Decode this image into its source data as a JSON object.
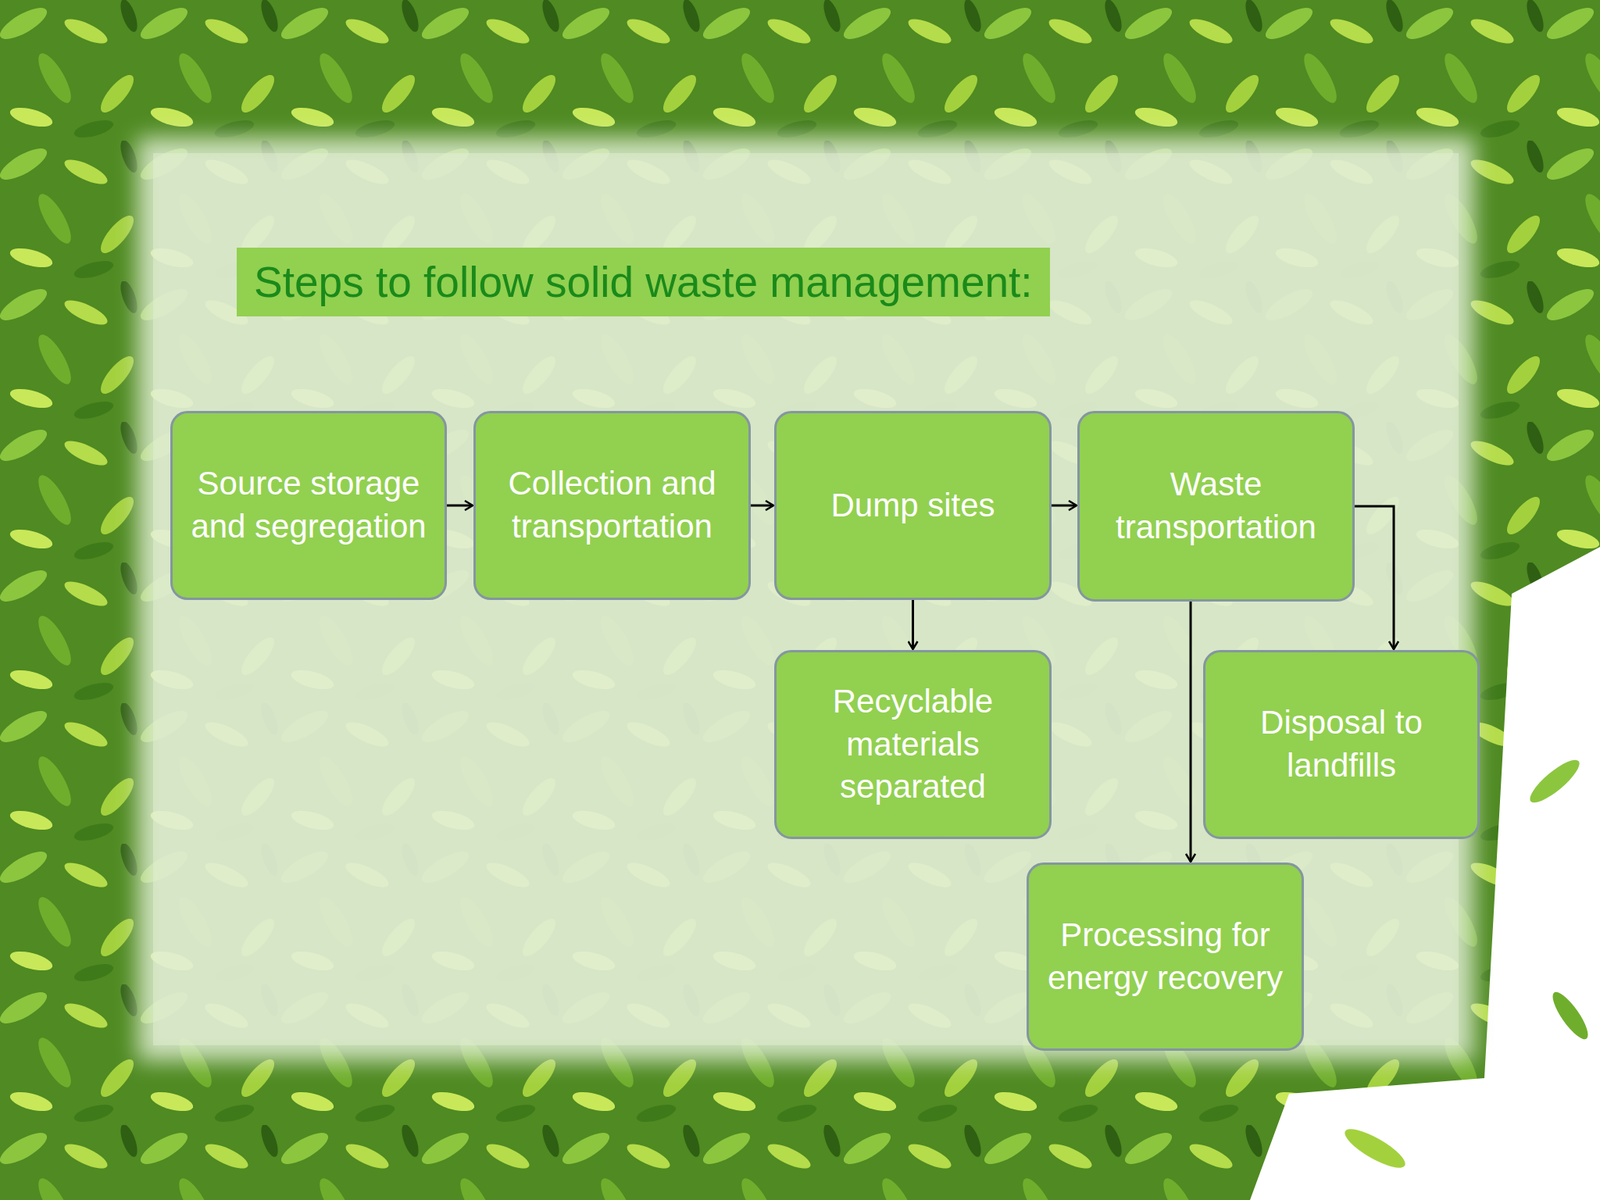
{
  "diagram": {
    "title": "Steps to follow solid waste management:",
    "nodes": [
      {
        "text": [
          "Source storage and segregation"
        ]
      },
      {
        "text": [
          "Collection and transportation"
        ]
      },
      {
        "text": [
          "Dump sites"
        ]
      },
      {
        "text": [
          "Waste transportation"
        ]
      },
      {
        "text": [
          "Recyclable materials separated"
        ]
      },
      {
        "text": [
          "Disposal to landfills"
        ]
      },
      {
        "text": [
          "Processing for energy recovery"
        ]
      }
    ],
    "edges": [
      {
        "from": 0,
        "to": 1,
        "arrow": "to"
      },
      {
        "from": 1,
        "to": 2,
        "arrow": "to"
      },
      {
        "from": 2,
        "to": 3,
        "arrow": "to"
      },
      {
        "from": 2,
        "to": 4,
        "arrow": "to"
      },
      {
        "from": 3,
        "to": 5,
        "arrow": "to"
      },
      {
        "from": 3,
        "to": 6,
        "arrow": "to"
      }
    ]
  }
}
